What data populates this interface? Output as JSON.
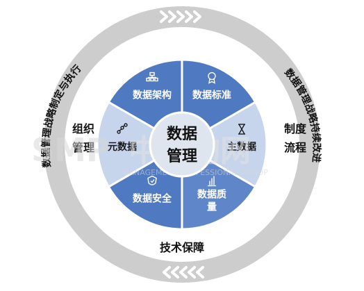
{
  "colors": {
    "outer_ring": "#cdcdcd",
    "outer_ring_dark": "#b8b8b8",
    "segment_dark": "#4f79c0",
    "segment_mid": "#5f86c8",
    "segment_light": "#c7d5ec",
    "center_fill": "#dfe5ef",
    "watermark": "#e6e6e6"
  },
  "center": {
    "line1": "数据",
    "line2": "管理"
  },
  "segments": [
    {
      "label": "数据架构",
      "icon": "org-chart-icon"
    },
    {
      "label": "数据标准",
      "icon": "award-ribbon-icon"
    },
    {
      "label": "主数据",
      "icon": "hourglass-icon"
    },
    {
      "label_line1": "数据质",
      "label_line2": "量",
      "icon": "bar-chart-icon"
    },
    {
      "label": "数据安全",
      "icon": "shield-icon"
    },
    {
      "label": "元数据",
      "icon": "network-nodes-icon"
    }
  ],
  "ring": {
    "left": "数据管理战略制定与执行",
    "right": "数据管理战略持续改进",
    "bottom": "技术保障",
    "left_box": {
      "line1": "组织",
      "line2": "管理"
    },
    "right_box": {
      "line1": "制度",
      "line2": "流程"
    }
  },
  "watermark": {
    "logo": "SMP",
    "cn": "中咨询网",
    "en": "MANAGEMENT PROFESSIONAL GROUP"
  }
}
